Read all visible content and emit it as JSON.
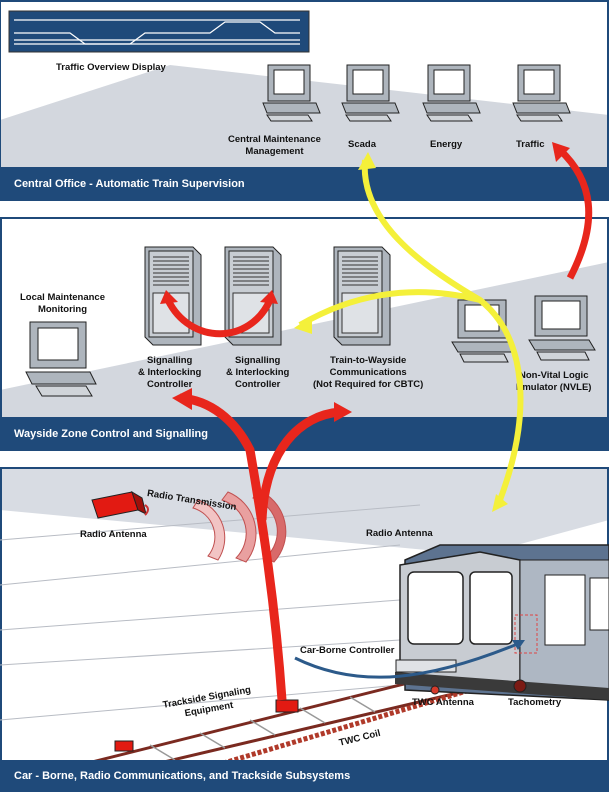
{
  "central": {
    "bar": "Central Office - Automatic Train Supervision",
    "traffic_overview": "Traffic Overview Display",
    "cmm": "Central Maintenance\nManagement",
    "scada": "Scada",
    "energy": "Energy",
    "traffic": "Traffic"
  },
  "wayside": {
    "bar": "Wayside Zone Control and Signalling",
    "local_maint": "Local Maintenance\nMonitoring",
    "sic1": "Signalling\n& Interlocking\nController",
    "sic2": "Signalling\n& Interlocking\nController",
    "twc": "Train-to-Wayside\nCommunications\n(Not Required for CBTC)",
    "nvle": "Non-Vital Logic\nEmulator (NVLE)"
  },
  "car": {
    "bar": "Car - Borne, Radio Communications, and Trackside Subsystems",
    "radio_transmission": "Radio Transmission",
    "radio_antenna_left": "Radio Antenna",
    "radio_antenna_train": "Radio Antenna",
    "car_borne": "Car-Borne Controller",
    "trackside": "Trackside Signaling\nEquipment",
    "twc_antenna": "TWC Antenna",
    "twc_coil": "TWC Coil",
    "tachometry": "Tachometry"
  },
  "colors": {
    "bar": "#1f4a7a",
    "red_arrow": "#e8261c",
    "yellow_arrow": "#f4f03a",
    "blue_arrow": "#2c5a8a"
  }
}
